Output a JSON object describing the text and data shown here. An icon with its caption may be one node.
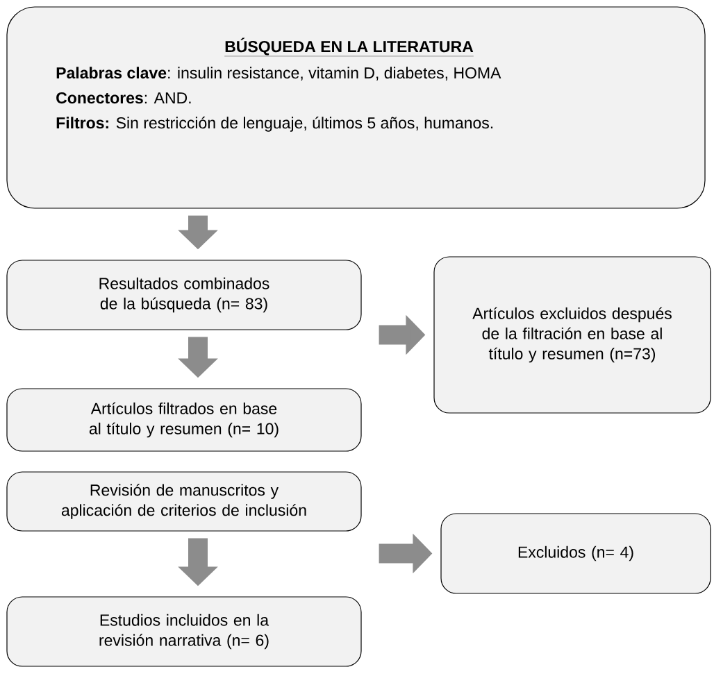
{
  "diagram": {
    "nodes": [
      {
        "text": [
          "BÚSQUEDA EN LA LITERATURA",
          "**Palabras clave**: insulin resistance, vitamin D, diabetes, HOMA",
          "**Conectores**: AND.",
          "**Filtros:** Sin restricción de lenguaje, últimos 5 años, humanos."
        ]
      },
      {
        "text": [
          "Resultados combinados de la búsqueda (n= 83)"
        ]
      },
      {
        "text": [
          "Artículos excluidos después de la filtración en base al título y resumen (n=73)"
        ]
      },
      {
        "text": [
          "Artículos filtrados en base al título y resumen (n= 10)"
        ]
      },
      {
        "text": [
          "Revisión de manuscritos y aplicación de criterios de inclusión"
        ]
      },
      {
        "text": [
          "Excluidos (n= 4)"
        ]
      },
      {
        "text": [
          "Estudios incluidos en la revisión narrativa (n= 6)"
        ]
      }
    ],
    "edges": [
      {
        "from": 0,
        "to": 1,
        "arrow": "to"
      },
      {
        "from": 1,
        "to": 3,
        "arrow": "to"
      },
      {
        "from": 1,
        "to": 2,
        "arrow": "to"
      },
      {
        "from": 4,
        "to": 6,
        "arrow": "to"
      },
      {
        "from": 4,
        "to": 5,
        "arrow": "to"
      }
    ]
  }
}
